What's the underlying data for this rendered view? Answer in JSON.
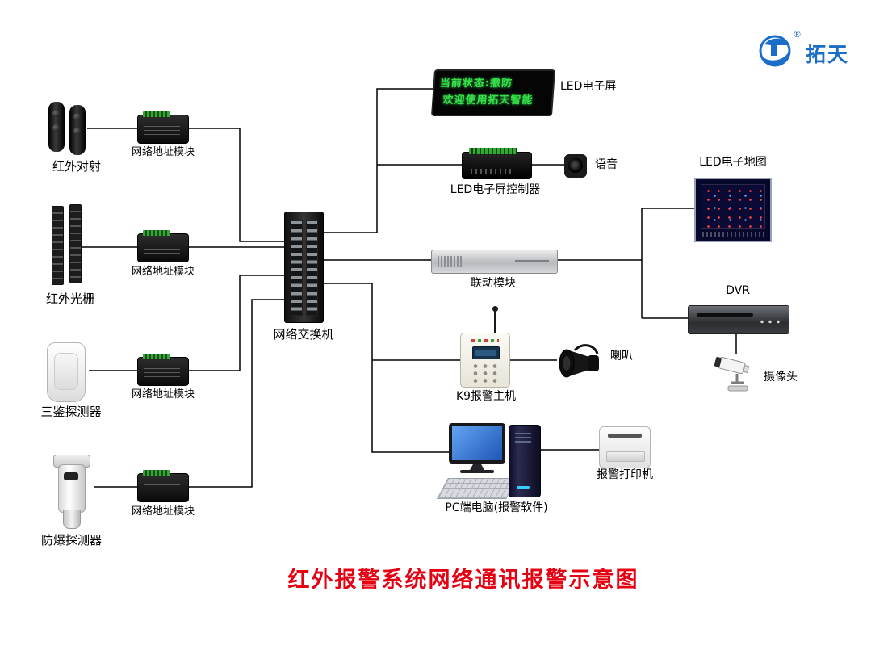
{
  "logo": {
    "brand": "拓天",
    "registered": "®"
  },
  "title": "红外报警系统网络通讯报警示意图",
  "led_display": {
    "line1": "当前状态:撤防",
    "line2": "欢迎使用拓天智能"
  },
  "labels": {
    "infrared_beam": "红外对射",
    "net_module": "网络地址模块",
    "infrared_grating": "红外光栅",
    "triple_detector": "三鉴探测器",
    "explosion_detector": "防爆探测器",
    "network_switch": "网络交换机",
    "led_screen": "LED电子屏",
    "led_controller": "LED电子屏控制器",
    "voice": "语音",
    "linkage_module": "联动模块",
    "led_map": "LED电子地图",
    "dvr": "DVR",
    "camera": "摄像头",
    "k9_host": "K9报警主机",
    "horn": "喇叭",
    "pc": "PC端电脑(报警软件)",
    "printer": "报警打印机"
  },
  "colors": {
    "title_red": "#e60012",
    "led_green": "#35e048",
    "logo_blue": "#1b6ec8",
    "line_black": "#000000"
  }
}
